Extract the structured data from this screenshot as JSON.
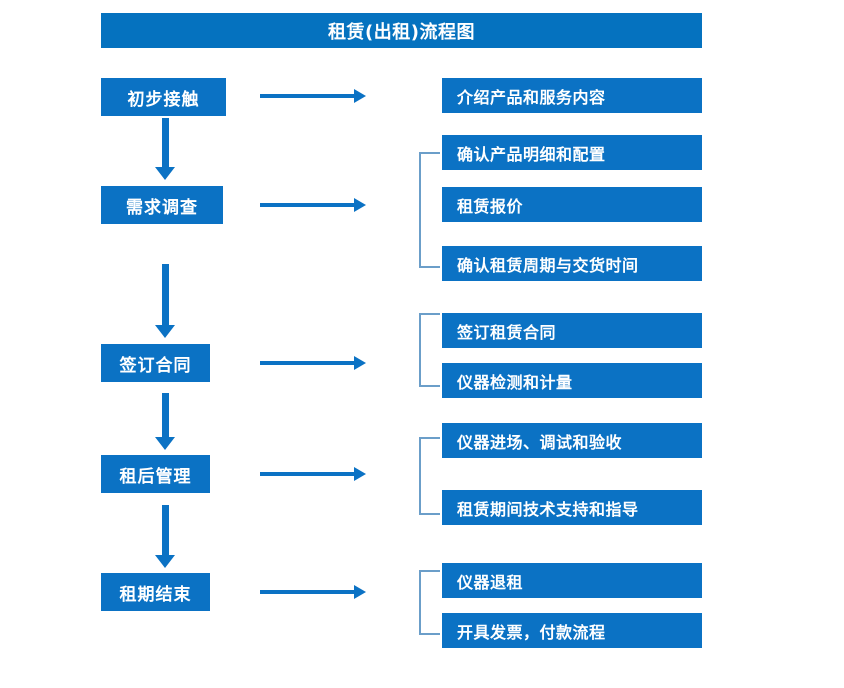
{
  "diagram": {
    "title": "租赁(出租)流程图",
    "colors": {
      "title_bar": "#0572bf",
      "box_fill": "#0b72c4",
      "box_text": "#ffffff",
      "arrow": "#0b72c4",
      "bracket": "#6b9ec9",
      "background": "#ffffff"
    },
    "stages": [
      {
        "label": "初步接触"
      },
      {
        "label": "需求调查"
      },
      {
        "label": "签订合同"
      },
      {
        "label": "租后管理"
      },
      {
        "label": "租期结束"
      }
    ],
    "details": [
      {
        "label": "介绍产品和服务内容"
      },
      {
        "label": "确认产品明细和配置"
      },
      {
        "label": "租赁报价"
      },
      {
        "label": "确认租赁周期与交货时间"
      },
      {
        "label": "签订租赁合同"
      },
      {
        "label": "仪器检测和计量"
      },
      {
        "label": "仪器进场、调试和验收"
      },
      {
        "label": "租赁期间技术支持和指导"
      },
      {
        "label": "仪器退租"
      },
      {
        "label": "开具发票，付款流程"
      }
    ]
  }
}
